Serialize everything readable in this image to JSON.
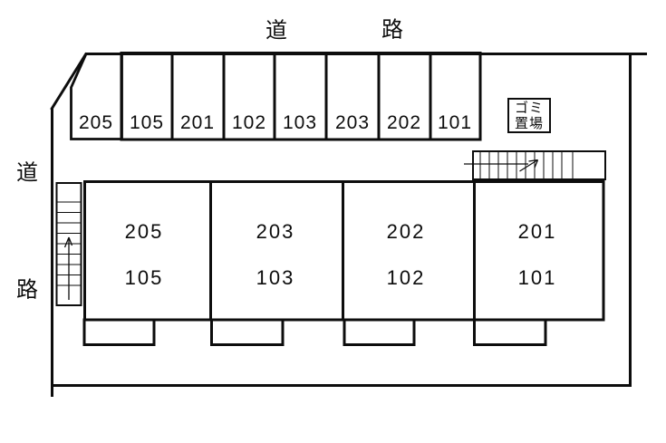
{
  "roads": {
    "top": [
      "道",
      "路"
    ],
    "left": [
      "道",
      "路"
    ]
  },
  "parking": {
    "spaces": [
      {
        "label": "205"
      },
      {
        "label": "105"
      },
      {
        "label": "201"
      },
      {
        "label": "102"
      },
      {
        "label": "103"
      },
      {
        "label": "203"
      },
      {
        "label": "202"
      },
      {
        "label": "101"
      }
    ]
  },
  "building": {
    "units": [
      {
        "upper": "205",
        "lower": "105"
      },
      {
        "upper": "203",
        "lower": "103"
      },
      {
        "upper": "202",
        "lower": "102"
      },
      {
        "upper": "201",
        "lower": "101"
      }
    ]
  },
  "garbage": {
    "line1": "ゴミ",
    "line2": "置場"
  },
  "colors": {
    "line": "#0d0d0d",
    "background": "#ffffff"
  }
}
